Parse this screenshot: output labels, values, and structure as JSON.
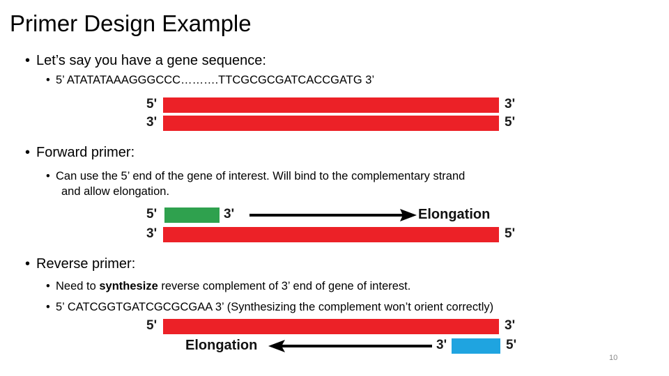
{
  "slide": {
    "title": "Primer Design Example",
    "page_number": "10"
  },
  "colors": {
    "template_strand": "#ec2127",
    "forward_primer": "#2fa14e",
    "reverse_primer": "#1fa4e0",
    "text": "#000000",
    "page_number": "#8a8a8a"
  },
  "bullets": {
    "gene_sequence_heading": "Let’s say you have a gene sequence:",
    "gene_sequence": "5’ ATATATAAAGGGCCC……….TTCGCGCGATCACCGATG 3’",
    "forward_primer_heading": "Forward primer:",
    "forward_primer_line1": "Can use the 5’ end of the gene of interest.  Will bind to the complementary strand",
    "forward_primer_line2": "and allow elongation.",
    "reverse_primer_heading": "Reverse primer:",
    "reverse_primer_need_pre": "Need to ",
    "reverse_primer_need_bold": "synthesize",
    "reverse_primer_need_post": " reverse complement of 3’ end of gene of interest.",
    "reverse_primer_sequence": "5’ CATCGGTGATCGCGCGAA 3’  (Synthesizing the complement won’t orient correctly)"
  },
  "diagram1": {
    "top_left_label": "5'",
    "top_right_label": "3'",
    "bottom_left_label": "3'",
    "bottom_right_label": "5'"
  },
  "diagram2": {
    "primer_left_label": "5'",
    "primer_right_label": "3'",
    "elongation_label": "Elongation",
    "template_left_label": "3'",
    "template_right_label": "5'"
  },
  "diagram3": {
    "template_left_label": "5'",
    "template_right_label": "3'",
    "elongation_label": "Elongation",
    "primer_left_label": "3'",
    "primer_right_label": "5'"
  }
}
